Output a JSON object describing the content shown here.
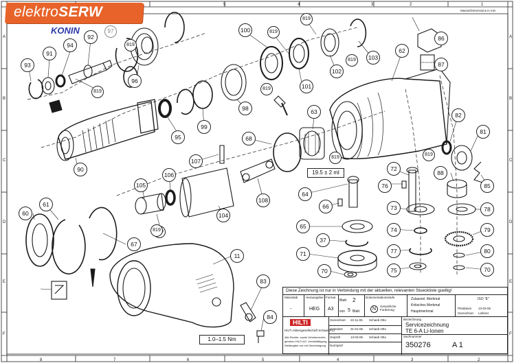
{
  "watermark": {
    "title_plain": "elektro",
    "title_bold": "SERW",
    "subtitle": "KONIN",
    "badge": "97"
  },
  "frame": {
    "col_numbers": [
      "8",
      "7",
      "6",
      "5",
      "4",
      "3",
      "2",
      "1"
    ],
    "row_letters": [
      "A",
      "B",
      "C",
      "D",
      "E",
      "F"
    ],
    "top_right_note": "Masse/Dimensions in mm"
  },
  "callouts": [
    "93",
    "91",
    "94",
    "92",
    "819",
    "819",
    "100",
    "819",
    "819",
    "102",
    "103",
    "96",
    "95",
    "99",
    "98",
    "101",
    "819",
    "62",
    "86",
    "87",
    "63",
    "90",
    "107",
    "106",
    "105",
    "68",
    "819",
    "64",
    "72",
    "76",
    "108",
    "104",
    "66",
    "88",
    "81",
    "82",
    "85",
    "78",
    "79",
    "80",
    "70",
    "73",
    "74",
    "77",
    "75",
    "65",
    "37",
    "71",
    "70",
    "60",
    "61",
    "67",
    "11",
    "83",
    "84",
    "819",
    "819",
    "819",
    "819",
    "97"
  ],
  "annotations": {
    "torque_top": "19.5 ± 2 ml",
    "torque_bottom": "1.0–1.5 Nm"
  },
  "title_block": {
    "notice": "Diese Zeichnung ist nur in Verbindung mit der aktuellen, relevanten Stueckliste gueltig!",
    "scale_label": "Massstab",
    "scale_value": "-",
    "publisher_label": "Herausgeber",
    "publisher_value": "HEG",
    "format_label": "Format",
    "format_value": "A3",
    "sheet_label": "Blatt",
    "sheet_value": "2",
    "of_label": "von",
    "of_value": "5",
    "of_suffix": "Blatt",
    "doc_label": "Dokumentationsstufe",
    "doc_value": "N",
    "doc_req": "Gesetzliche Forderung",
    "legend_1": "Zulassrel. Merkmal",
    "legend_2": "Kritisches Merkmal",
    "legend_3": "Hauptmerkmal",
    "iso_label": "ISO \"E\"",
    "drawn_label": "Gezeichnet",
    "drawn_date": "22-11-05",
    "drawn_by": "Schaeb Otto",
    "changed_label": "Geändert",
    "changed_date": "31-01-06",
    "changed_by": "Schaeb Otto",
    "checked_label": "Geprüft",
    "checked_date": "13-03-06",
    "checked_by": "Schaeb Otto",
    "norm_label": "Normprüf",
    "plot_label": "Plotdatum",
    "plot_value": "13-03-06",
    "release_label": "Gezeichnet",
    "release_value": "Lieferer",
    "designation_label": "Bezeichnung",
    "designation_1": "Servicezeichnung",
    "designation_2": "TE 6-A Li-Ionen",
    "part_label": "Sachnummer",
    "part_number": "350276",
    "part_rev": "A 1",
    "company": "HILTI",
    "company_line": "HILTI Aktiengesellschaft Schaan(FL)",
    "legal_1": "Alle Rechte, sowie Urheberrechte,",
    "legal_2": "gehören HILTI AG. Vervielfältigung,",
    "legal_3": "Weitergabe nur mit Genehmigung"
  }
}
